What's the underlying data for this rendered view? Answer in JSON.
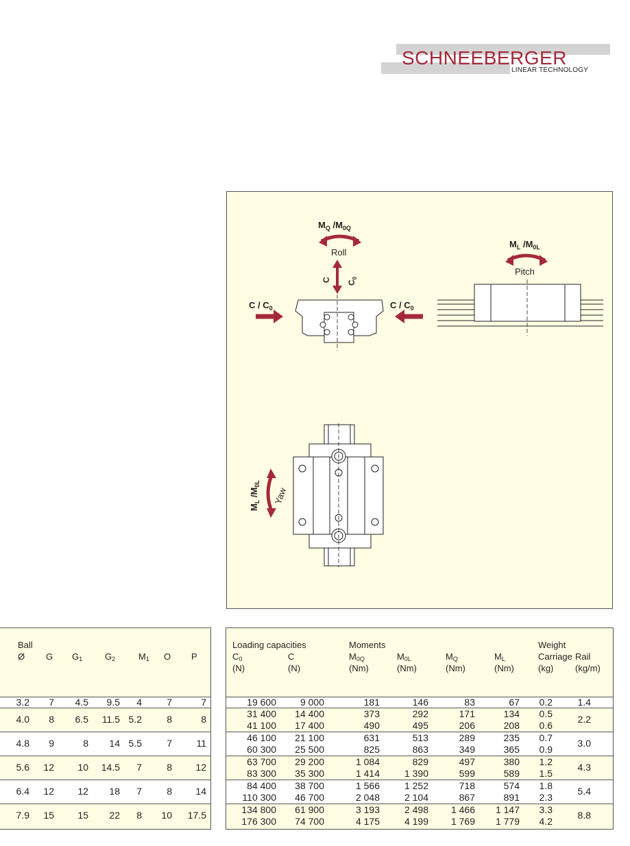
{
  "logo": {
    "brand": "SCHNEEBERGER",
    "tagline": "LINEAR TECHNOLOGY"
  },
  "diagram": {
    "roll_moment": "M_Q /M_0Q",
    "roll_label": "Roll",
    "pitch_moment": "M_L /M_0L",
    "pitch_label": "Pitch",
    "yaw_moment": "M_L /M_0L",
    "yaw_label": "Yaw",
    "vertical_load_c": "C",
    "vertical_load_c0": "C_0",
    "lateral_load_left": "C / C_0",
    "lateral_load_right": "C / C_0"
  },
  "left_table": {
    "headers": [
      {
        "top": "Ball",
        "main": "Ø"
      },
      {
        "top": "",
        "main": "G"
      },
      {
        "top": "",
        "main": "G",
        "sub": "1"
      },
      {
        "top": "",
        "main": "G",
        "sub": "2"
      },
      {
        "top": "",
        "main": "M",
        "sub": "1"
      },
      {
        "top": "",
        "main": "O"
      },
      {
        "top": "",
        "main": "P"
      }
    ],
    "rows": [
      [
        "3.2",
        "7",
        "4.5",
        "9.5",
        "4",
        "7",
        "7"
      ],
      [
        "4.0",
        "8",
        "6.5",
        "11.5",
        "5.2",
        "8",
        "8"
      ],
      [
        "4.8",
        "9",
        "8",
        "14",
        "5.5",
        "7",
        "11"
      ],
      [
        "5.6",
        "12",
        "10",
        "14.5",
        "7",
        "8",
        "12"
      ],
      [
        "6.4",
        "12",
        "12",
        "18",
        "7",
        "8",
        "14"
      ],
      [
        "7.9",
        "15",
        "15",
        "22",
        "8",
        "10",
        "17.5"
      ]
    ]
  },
  "right_table": {
    "group_headers": {
      "loading": "Loading capacities",
      "moments": "Moments",
      "weight": "Weight"
    },
    "columns": [
      {
        "main": "C",
        "sub": "0",
        "unit": "(N)"
      },
      {
        "main": "C",
        "sub": "",
        "unit": "(N)"
      },
      {
        "main": "M",
        "sub": "0Q",
        "unit": "(Nm)"
      },
      {
        "main": "M",
        "sub": "0L",
        "unit": "(Nm)"
      },
      {
        "main": "M",
        "sub": "Q",
        "unit": "(Nm)"
      },
      {
        "main": "M",
        "sub": "L",
        "unit": "(Nm)"
      },
      {
        "main": "Carriage",
        "sub": "",
        "unit": "(kg)"
      },
      {
        "main": "Rail",
        "sub": "",
        "unit": "(kg/m)"
      }
    ],
    "groups": [
      {
        "rows": [
          [
            "19 600",
            "9 000",
            "181",
            "146",
            "83",
            "67",
            "0.2"
          ]
        ],
        "rail": "1.4"
      },
      {
        "rows": [
          [
            "31 400",
            "14 400",
            "373",
            "292",
            "171",
            "134",
            "0.5"
          ],
          [
            "41 100",
            "17 400",
            "490",
            "495",
            "206",
            "208",
            "0.6"
          ]
        ],
        "rail": "2.2"
      },
      {
        "rows": [
          [
            "46 100",
            "21 100",
            "631",
            "513",
            "289",
            "235",
            "0.7"
          ],
          [
            "60 300",
            "25 500",
            "825",
            "863",
            "349",
            "365",
            "0.9"
          ]
        ],
        "rail": "3.0"
      },
      {
        "rows": [
          [
            "63 700",
            "29 200",
            "1 084",
            "829",
            "497",
            "380",
            "1.2"
          ],
          [
            "83 300",
            "35 300",
            "1 414",
            "1 390",
            "599",
            "589",
            "1.5"
          ]
        ],
        "rail": "4.3"
      },
      {
        "rows": [
          [
            "84 400",
            "38 700",
            "1 566",
            "1 252",
            "718",
            "574",
            "1.8"
          ],
          [
            "110 300",
            "46 700",
            "2 048",
            "2 104",
            "867",
            "891",
            "2.3"
          ]
        ],
        "rail": "5.4"
      },
      {
        "rows": [
          [
            "134 800",
            "61 900",
            "3 193",
            "2 498",
            "1 466",
            "1 147",
            "3.3"
          ],
          [
            "176 300",
            "74 700",
            "4 175",
            "4 199",
            "1 769",
            "1 779",
            "4.2"
          ]
        ],
        "rail": "8.8"
      }
    ]
  },
  "colors": {
    "panel_background": "#fffde3",
    "arrow": "#a42a3a",
    "logo_red": "#a42a3a",
    "logo_gray": "#d3d3d3"
  }
}
